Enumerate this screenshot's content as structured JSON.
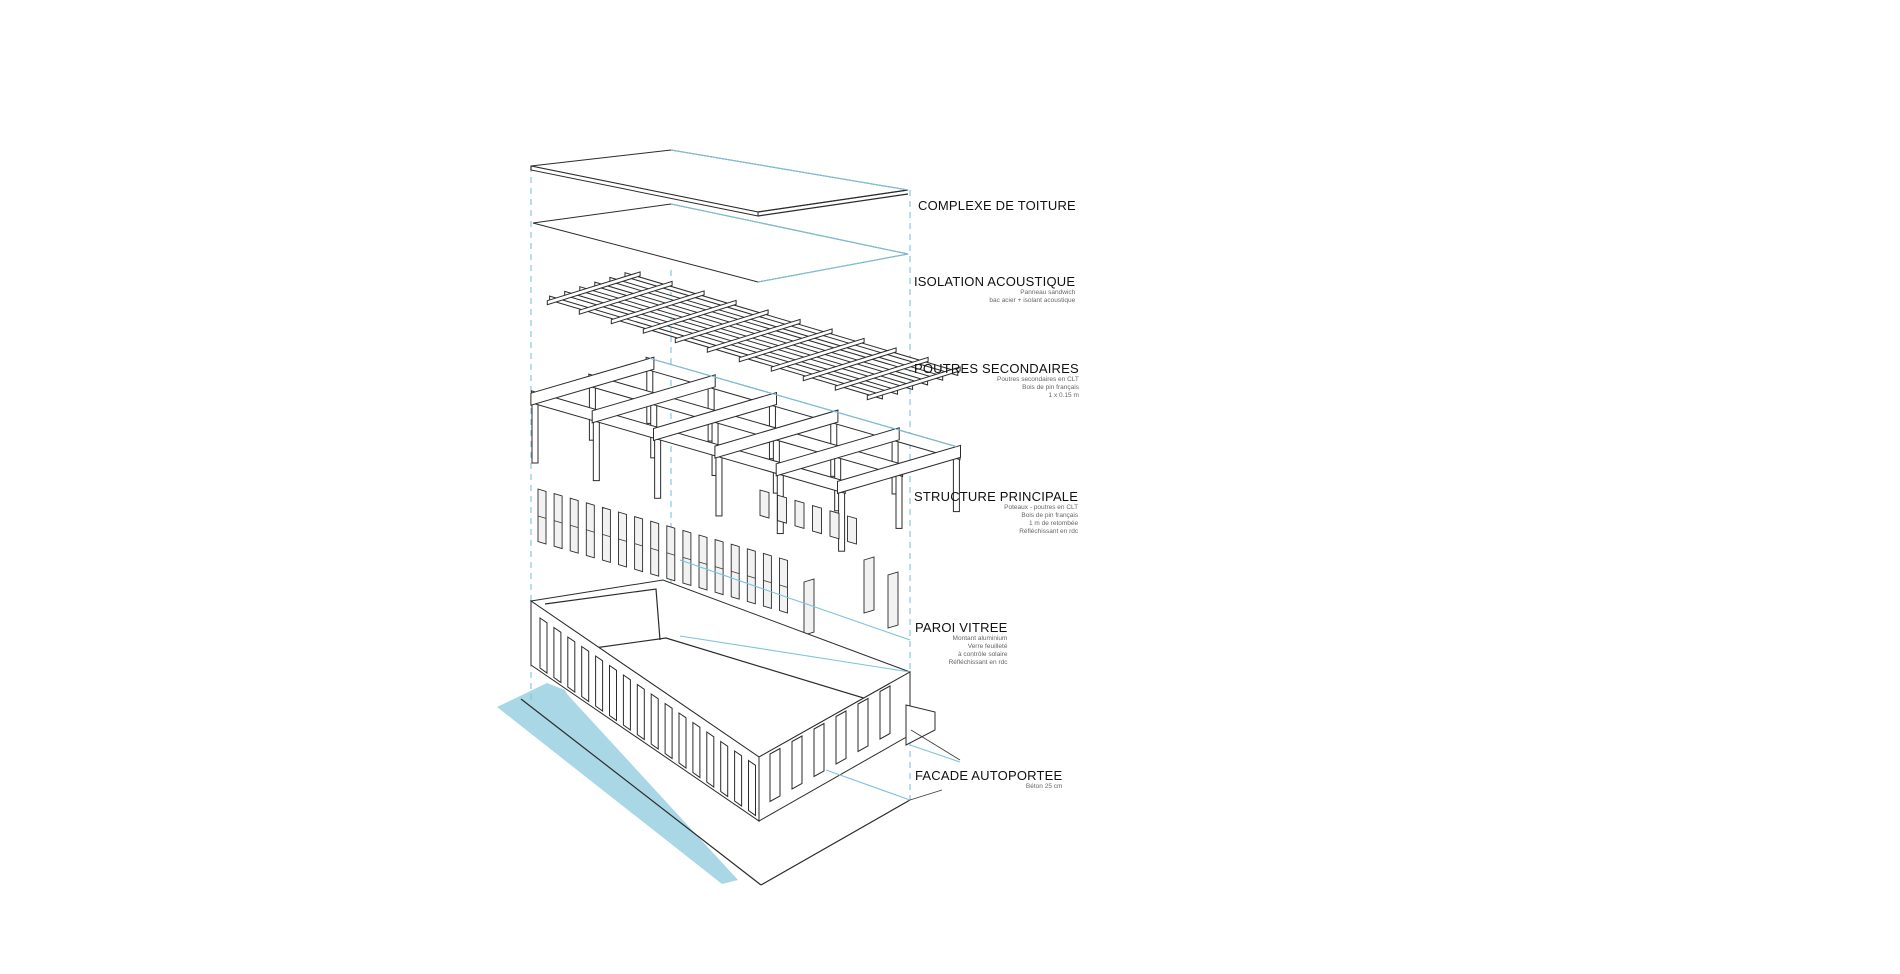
{
  "diagram": {
    "accent_color": "#7cc3de",
    "ground_color": "#a9d7e6",
    "line_color": "#2b2b2b",
    "layers": [
      {
        "id": "roof",
        "title": "COMPLEXE DE TOITURE",
        "lines": []
      },
      {
        "id": "acoustic",
        "title": "ISOLATION ACOUSTIQUE",
        "lines": [
          "Panneau sandwich",
          "bac acier + isolant acoustique"
        ]
      },
      {
        "id": "secondary-beams",
        "title": "POUTRES SECONDAIRES",
        "lines": [
          "Poutres secondaires en CLT",
          "Bois de pin français",
          "1 x 0.15 m"
        ]
      },
      {
        "id": "main-structure",
        "title": "STRUCTURE PRINCIPALE",
        "lines": [
          "Poteaux - poutres en CLT",
          "Bois de pin français",
          "1 m de retombée",
          "Réfléchissant en rdc"
        ]
      },
      {
        "id": "glass-wall",
        "title": "PAROI VITREE",
        "lines": [
          "Montant aluminium",
          "Verre feuilleté",
          "à contrôle solaire",
          "Réfléchissant en rdc"
        ]
      },
      {
        "id": "facade",
        "title": "FACADE AUTOPORTEE",
        "lines": [
          "Béton 25 cm"
        ]
      }
    ]
  }
}
